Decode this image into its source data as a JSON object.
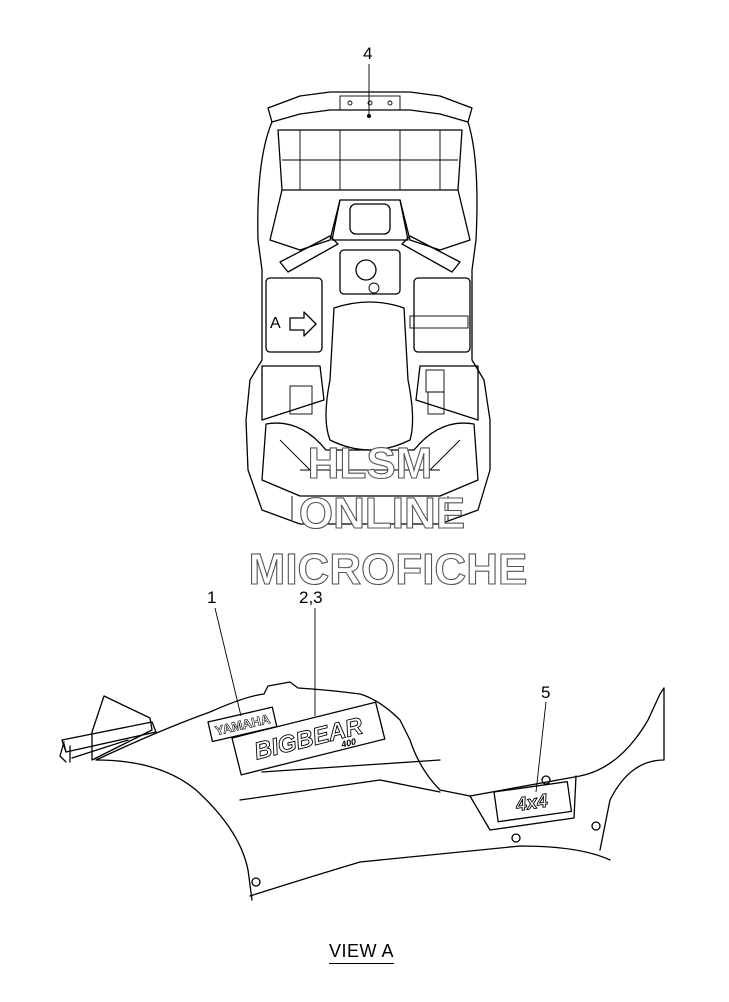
{
  "callouts": {
    "c4": "4",
    "c1": "1",
    "c23": "2,3",
    "c5": "5",
    "arrow": "A"
  },
  "watermark": {
    "line1": "HLSM",
    "line2": "ONLINE",
    "line3": "MICROFICHE"
  },
  "labels": {
    "yamaha": "YAMAHA",
    "bigbear": "BIGBEAR",
    "sub400": "400",
    "fourbyfour": "4x4"
  },
  "view_title": "VIEW A"
}
